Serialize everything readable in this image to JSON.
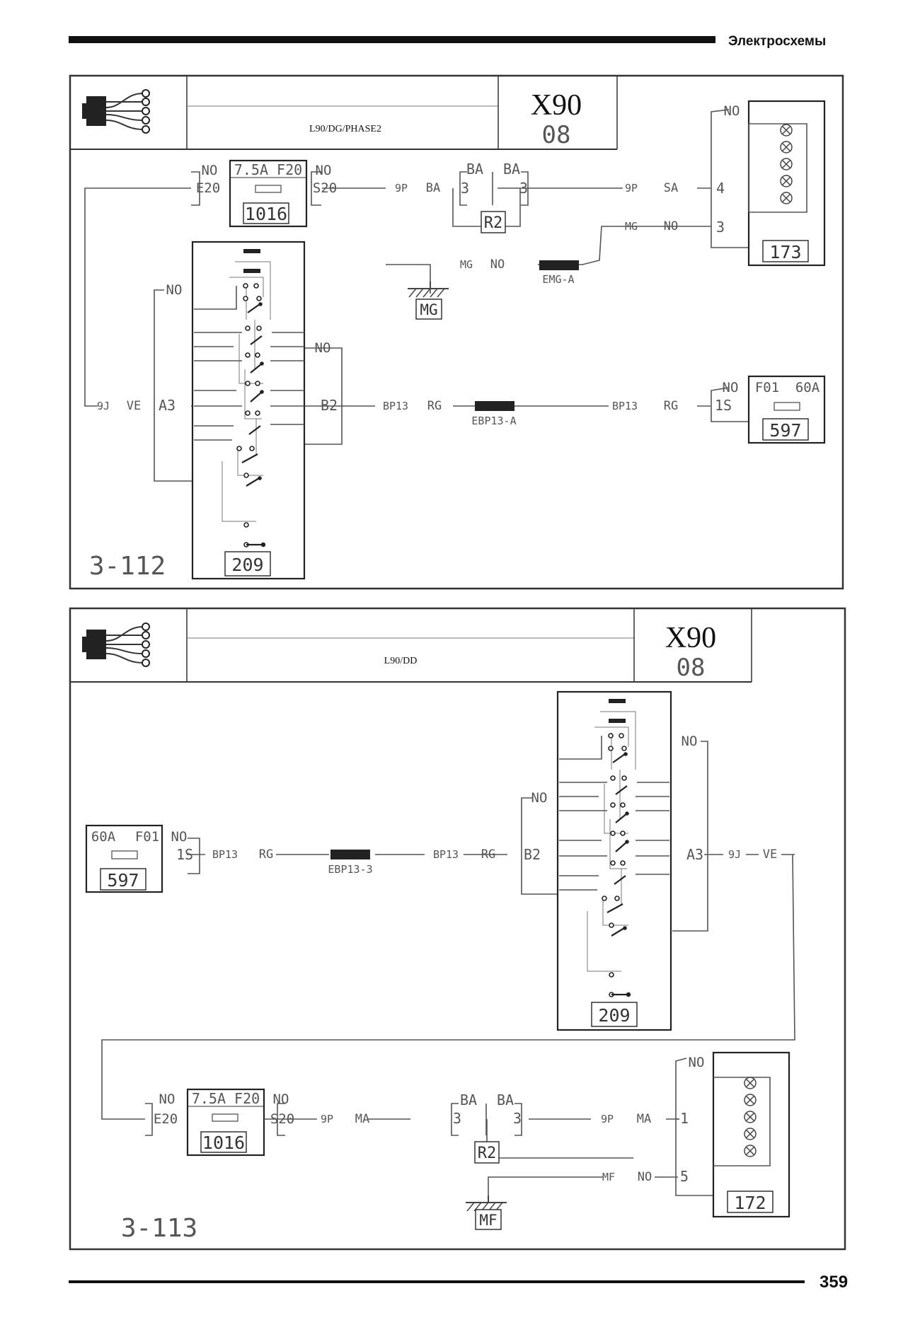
{
  "page": {
    "header_title": "Электросхемы",
    "page_number": "359"
  },
  "diagrams": [
    {
      "id": "3-112",
      "number": "3-112",
      "title": "L90/DG/PHASE2",
      "code": "X90",
      "subcode": "08",
      "fuse_box": {
        "left_pin": "E20",
        "right_pin": "S20",
        "rating": "7.5A F20",
        "id": "1016",
        "left_tag": "NO",
        "right_tag": "NO"
      },
      "wire_9P_BA": [
        "9P",
        "BA"
      ],
      "connector_R2": {
        "id": "R2",
        "left_tag": "BA",
        "right_tag": "BA",
        "left_pin": "3",
        "right_pin": "3"
      },
      "wire_9P_SA": [
        "9P",
        "SA"
      ],
      "lamp_unit": {
        "id": "173",
        "top_tag": "NO",
        "pin_a": "4",
        "pin_b": "3"
      },
      "wire_MG_NO": [
        "MG",
        "NO"
      ],
      "ground": {
        "id": "MG",
        "wire": [
          "MG",
          "NO"
        ],
        "splice": "EMG-A"
      },
      "switch_block": {
        "id": "209",
        "left_tag": "NO",
        "right_tag": "NO",
        "left_pin": "A3",
        "right_pin": "B2"
      },
      "wire_9J_VE": [
        "9J",
        "VE"
      ],
      "wire_BP13_RG_1": [
        "BP13",
        "RG"
      ],
      "splice_BP13": "EBP13-A",
      "wire_BP13_RG_2": [
        "BP13",
        "RG"
      ],
      "maxi_fuse": {
        "id": "597",
        "tag": "NO",
        "pin": "1S",
        "label_a": "F01",
        "label_b": "60A"
      }
    },
    {
      "id": "3-113",
      "number": "3-113",
      "title": "L90/DD",
      "code": "X90",
      "subcode": "08",
      "maxi_fuse": {
        "id": "597",
        "tag": "NO",
        "pin": "1S",
        "label_a": "60A",
        "label_b": "F01"
      },
      "wire_BP13_RG_1": [
        "BP13",
        "RG"
      ],
      "splice_BP13": "EBP13-3",
      "wire_BP13_RG_2": [
        "BP13",
        "RG"
      ],
      "switch_block": {
        "id": "209",
        "left_tag": "NO",
        "right_tag": "NO",
        "left_pin": "B2",
        "right_pin": "A3"
      },
      "wire_9J_VE": [
        "9J",
        "VE"
      ],
      "fuse_box": {
        "left_pin": "E20",
        "right_pin": "S20",
        "rating": "7.5A F20",
        "id": "1016",
        "left_tag": "NO",
        "right_tag": "NO"
      },
      "wire_9P_MA_1": [
        "9P",
        "MA"
      ],
      "connector_R2": {
        "id": "R2",
        "left_tag": "BA",
        "right_tag": "BA",
        "left_pin": "3",
        "right_pin": "3"
      },
      "wire_9P_MA_2": [
        "9P",
        "MA"
      ],
      "lamp_unit": {
        "id": "172",
        "top_tag": "NO",
        "pin_a": "1",
        "pin_b": "5"
      },
      "wire_MF_NO": [
        "MF",
        "NO"
      ],
      "ground": {
        "id": "MF"
      }
    }
  ]
}
